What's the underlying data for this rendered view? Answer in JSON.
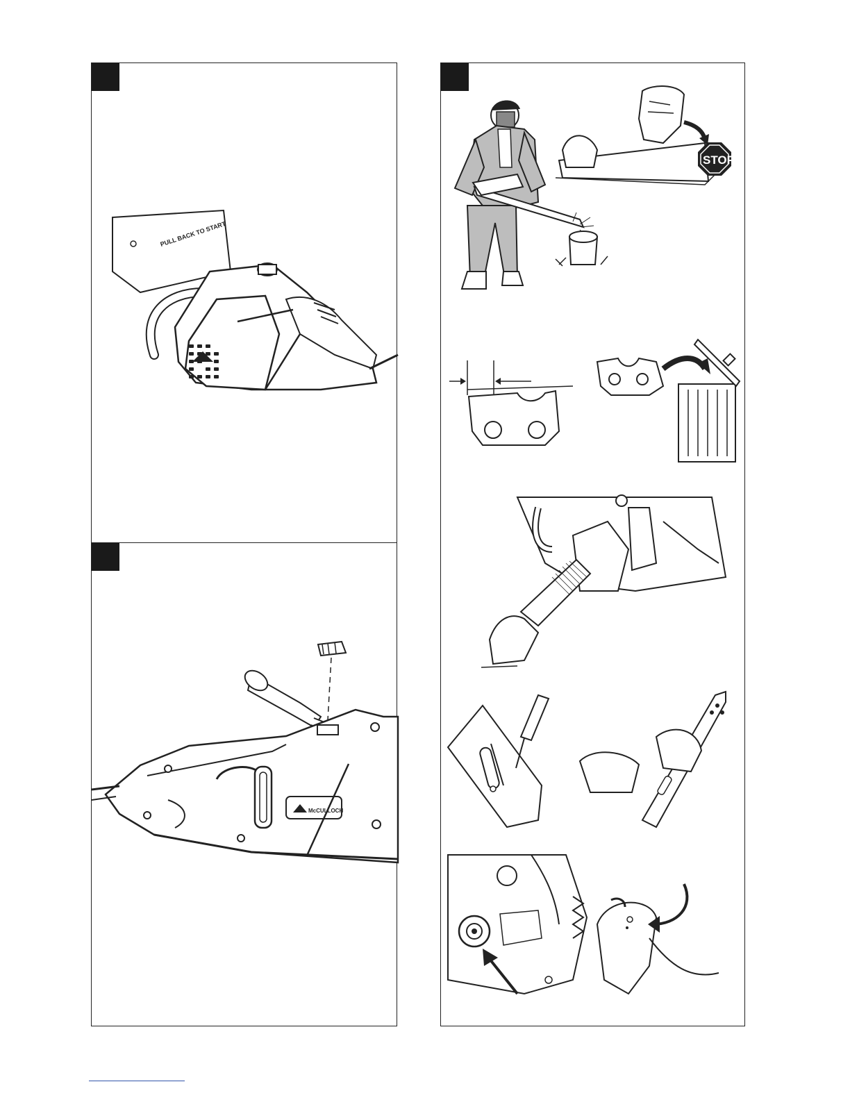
{
  "panels": {
    "top_left": {
      "badge": ""
    },
    "bottom_left": {
      "badge": ""
    },
    "right": {
      "badge": ""
    }
  },
  "labels": {
    "stop_sign": "STOP",
    "guide_bar_text": "PULL BACK TO START",
    "brand_logo_text": "McCULLOCH"
  },
  "colors": {
    "ink": "#1a1a1a",
    "garment_gray": "#bdbdbd",
    "background": "#ffffff"
  }
}
